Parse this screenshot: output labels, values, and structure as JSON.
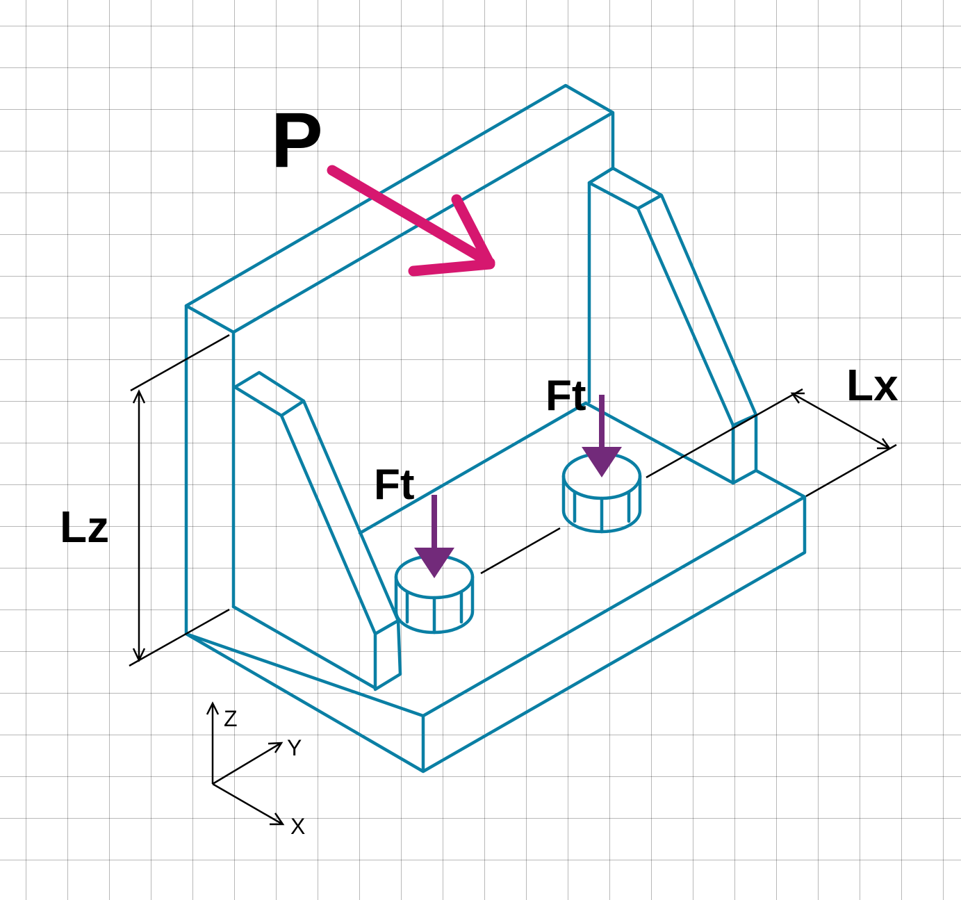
{
  "labels": {
    "P": "P",
    "Ft_left": "Ft",
    "Ft_right": "Ft",
    "Lz": "Lz",
    "Lx": "Lx"
  },
  "axes": {
    "z": "Z",
    "y": "Y",
    "x": "X"
  },
  "colors": {
    "structure": "#0A7FA4",
    "load_P": "#D6176F",
    "load_Ft": "#722A7A",
    "dimension": "#000000",
    "grid": "#B0B0B0"
  }
}
